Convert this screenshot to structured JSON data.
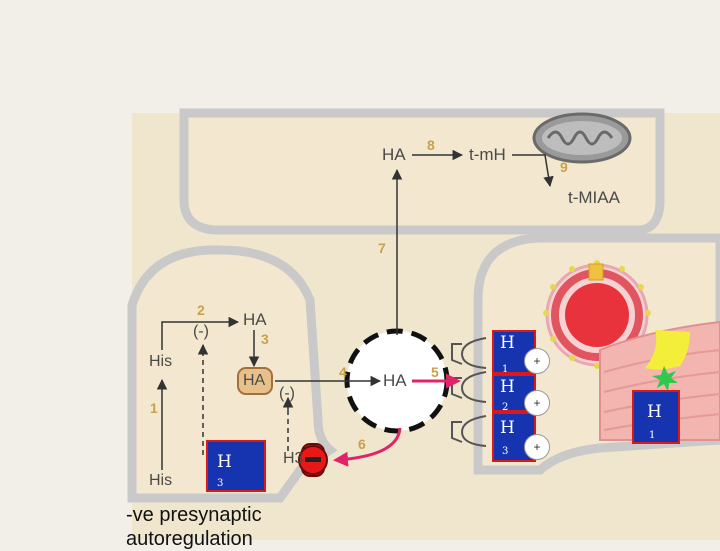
{
  "labels": {
    "ha_top": "HA",
    "tmh": "t-mH",
    "tmiaa": "t-MIAA",
    "ha_pre": "HA",
    "ha_vesicle": "HA",
    "ha_cleft": "HA",
    "his_top": "His",
    "his_bottom": "His",
    "minus_top": "(-)",
    "minus_mid": "(-)",
    "h3_pre": "H3"
  },
  "numbers": [
    "1",
    "2",
    "3",
    "4",
    "5",
    "6",
    "7",
    "8",
    "9"
  ],
  "receptors": {
    "post1": {
      "letter": "H",
      "sub": "1"
    },
    "post2": {
      "letter": "H",
      "sub": "2"
    },
    "post3": {
      "letter": "H",
      "sub": "3"
    },
    "pre": {
      "letter": "H",
      "sub": "3"
    },
    "muscle": {
      "letter": "H",
      "sub": "1"
    }
  },
  "plus_sign": "+",
  "caption": "-ve presynaptic",
  "caption_line2": "autoregulation",
  "colors": {
    "cell_fill": "#f3e8cf",
    "membrane": "#c9c9c9",
    "receptor_box": "#1633b0",
    "receptor_border": "#d81a1a",
    "arrow_red": "#e0246a",
    "number_gold": "#c9a14a"
  }
}
